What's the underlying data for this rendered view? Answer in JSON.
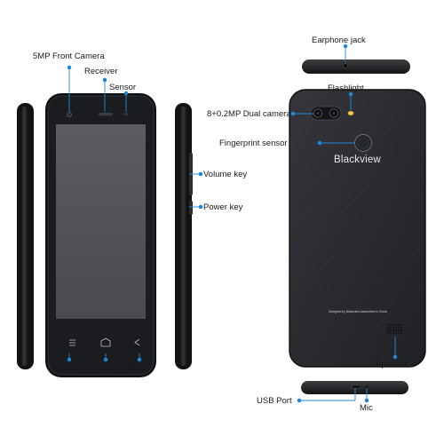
{
  "colors": {
    "accent": "#1e88d6",
    "body": "#2b2d31",
    "screen": "#545458",
    "bezel": "#111214"
  },
  "brand": "Blackview",
  "back_text": "Designed by Blackview Assembled in China",
  "labels": {
    "front_camera": "5MP Front Camera",
    "receiver": "Receiver",
    "sensor": "Sensor",
    "volume_key": "Volume key",
    "power_key": "Power key",
    "menu": "Menu",
    "home": "Home",
    "back": "Back",
    "earphone_jack": "Earphone jack",
    "flashlight": "Flashlight",
    "dual_camera": "8+0.2MP Dual camera",
    "fingerprint_sensor": "Fingerprint sensor",
    "speaker": "Speaker",
    "usb_port": "USB Port",
    "mic": "Mic"
  }
}
